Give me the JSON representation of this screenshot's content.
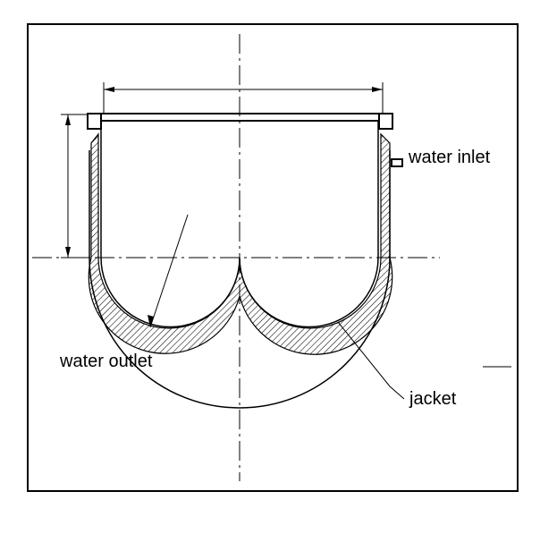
{
  "labels": {
    "water_inlet": "water inlet",
    "water_outlet": "water outlet",
    "jacket": "jacket"
  },
  "colors": {
    "line": "#000000",
    "background": "#ffffff"
  }
}
